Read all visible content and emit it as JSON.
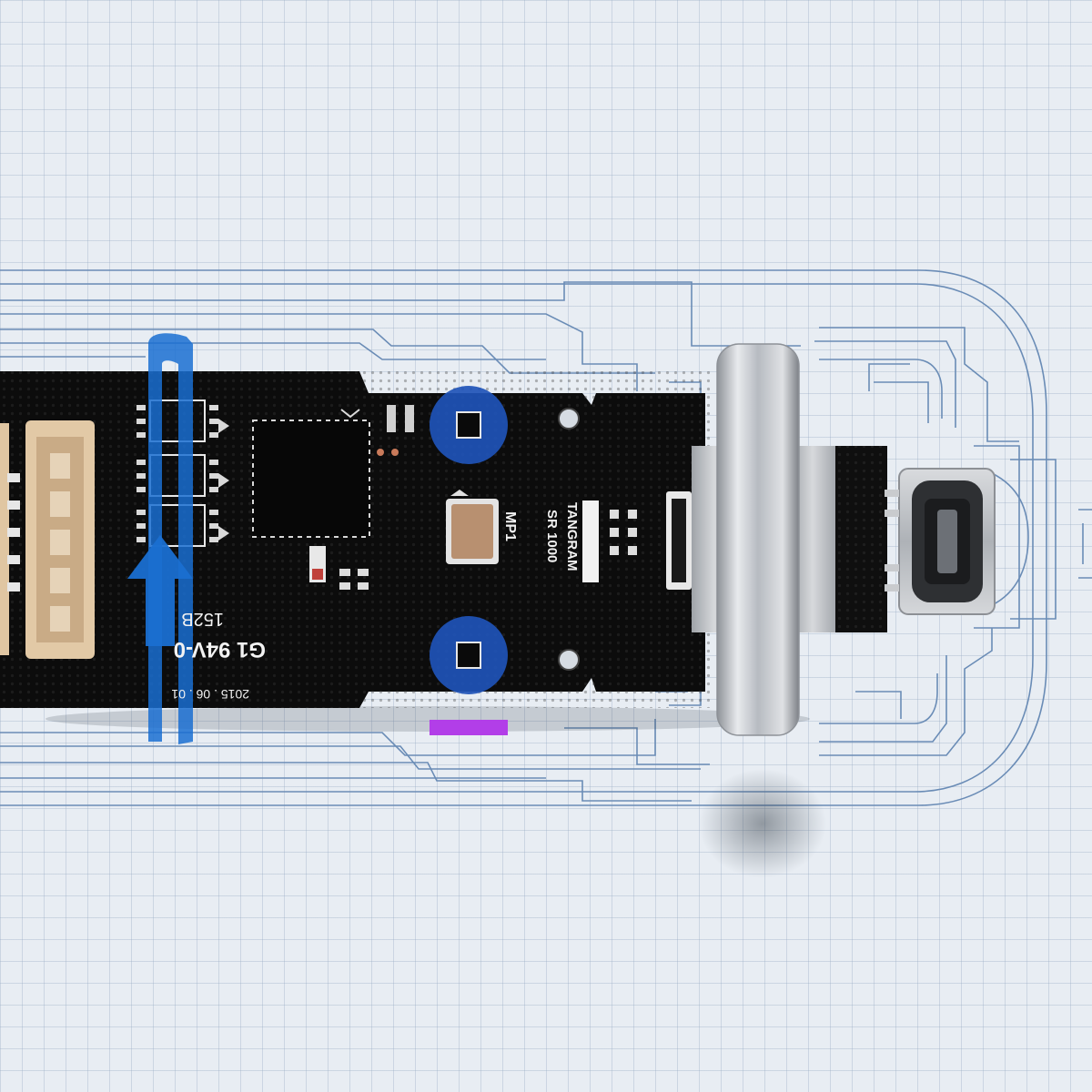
{
  "scene": {
    "description_hidden": false,
    "colors": {
      "grid_background": "#e8edf3",
      "blueprint_line": "#5f83b0",
      "pcb_black": "#0c0c0c",
      "highlight_circle": "#1f54b8",
      "arrow_blue": "#1a6fd1",
      "magenta_bar": "#b23ee8",
      "metal_ring": "#c9ccd1"
    },
    "board": {
      "label_tangram": "TANGRAM",
      "label_model": "SR 1000",
      "label_mp1": "MP1",
      "label_152b": "152B",
      "label_rating": "G1 94V-0",
      "label_date": "2015 . 06 . 01"
    },
    "icons": {
      "connector": "jst-connector-icon",
      "usb": "usb-c-port-icon",
      "chip": "ic-chip-icon",
      "arrow": "rotation-arrow-icon"
    }
  }
}
